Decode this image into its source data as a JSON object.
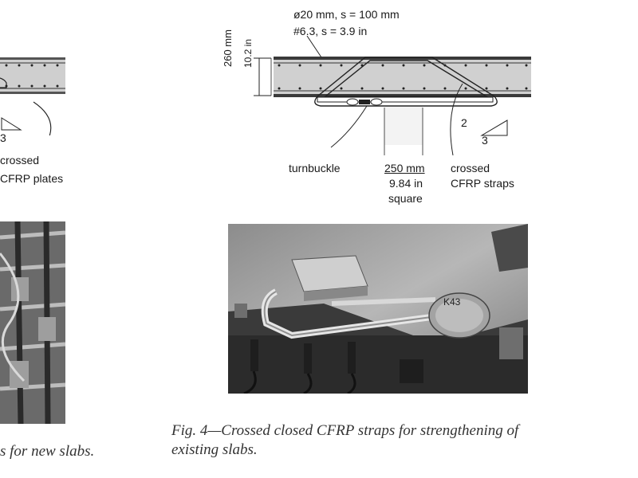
{
  "left_figure": {
    "slope": {
      "rise": "",
      "run": "3"
    },
    "label_line1": "crossed",
    "label_line2": "CFRP plates",
    "caption_tail": "s for new slabs."
  },
  "right_figure": {
    "rebar_line1": "ø20 mm, s = 100 mm",
    "rebar_line2": "#6.3, s = 3.9 in",
    "thickness_mm": "260 mm",
    "thickness_in": "10.2 in",
    "turnbuckle": "turnbuckle",
    "dim_mm": "250 mm",
    "dim_in": "9.84 in",
    "dim_note": "square",
    "slope": {
      "rise": "2",
      "run": "3"
    },
    "straps_line1": "crossed",
    "straps_line2": "CFRP straps",
    "photo_marker": "K43",
    "caption_line1": "Fig. 4—Crossed closed CFRP straps for strengthening of",
    "caption_line2": "existing slabs."
  }
}
